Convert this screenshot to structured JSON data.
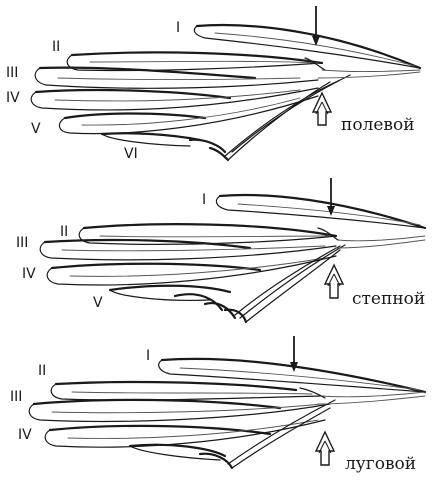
{
  "wings": [
    {
      "caption": "полевой",
      "labels": [
        "I",
        "II",
        "III",
        "IV",
        "V",
        "VI"
      ]
    },
    {
      "caption": "степной",
      "labels": [
        "I",
        "II",
        "III",
        "IV",
        "V"
      ]
    },
    {
      "caption": "луговой",
      "labels": [
        "I",
        "II",
        "III",
        "IV"
      ]
    }
  ]
}
